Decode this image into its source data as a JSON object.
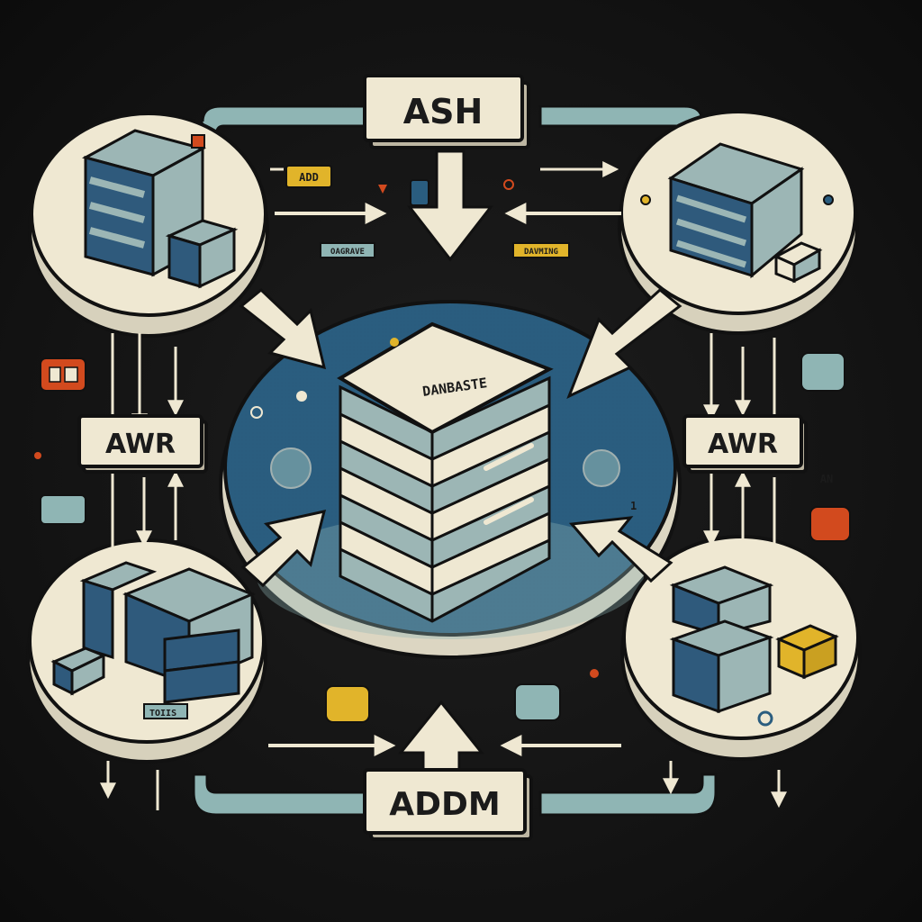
{
  "diagram": {
    "top_box": "ASH",
    "bottom_box": "ADDM",
    "left_box": "AWR",
    "right_box": "AWR",
    "center_label": "DANBASTE",
    "tags": {
      "add": "ADD",
      "left_banner": "OAGRAVE",
      "right_banner": "DAVMING",
      "bottom_left_tag": "TOIIS",
      "right_small": "AN",
      "center_right_num": "1"
    },
    "colors": {
      "background": "#141414",
      "cream": "#efe8d2",
      "teal": "#8fb5b4",
      "navy": "#2a5d7f",
      "server_blue": "#2f5a7c",
      "server_light": "#9cb6b5",
      "orange_red": "#d24a1e",
      "mustard": "#e1b42a"
    },
    "icons": [
      "server-stack-icon",
      "database-icon",
      "flow-arrow-icon",
      "gear-icon",
      "warning-icon",
      "chart-icon",
      "magnifier-icon"
    ]
  }
}
